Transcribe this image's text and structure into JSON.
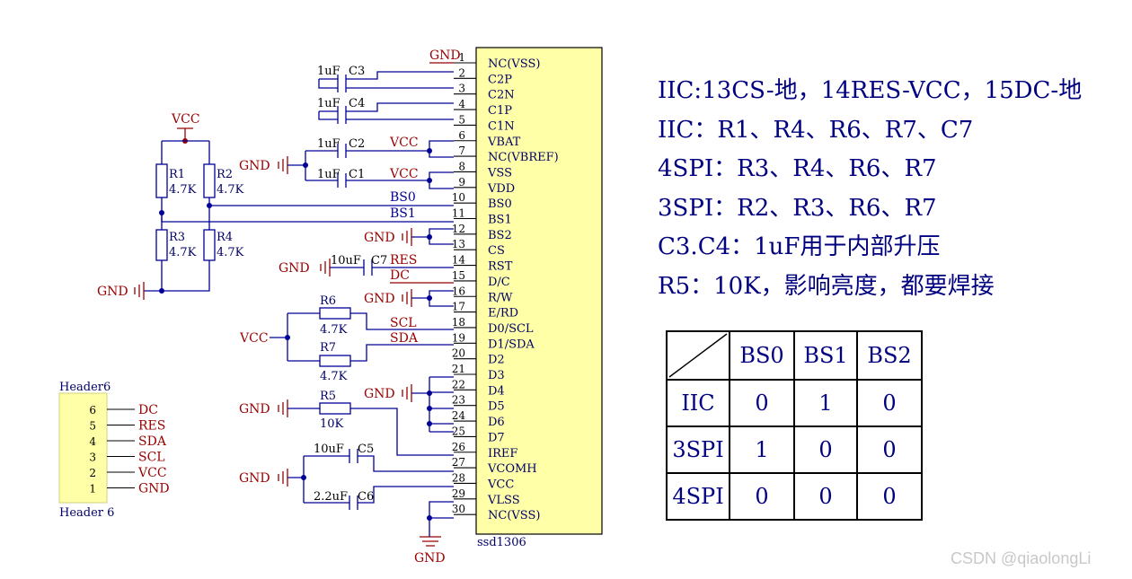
{
  "ic": {
    "name": "ssd1306",
    "pins": [
      {
        "num": "1",
        "name": "NC(VSS)"
      },
      {
        "num": "2",
        "name": "C2P"
      },
      {
        "num": "3",
        "name": "C2N"
      },
      {
        "num": "4",
        "name": "C1P"
      },
      {
        "num": "5",
        "name": "C1N"
      },
      {
        "num": "6",
        "name": "VBAT"
      },
      {
        "num": "7",
        "name": "NC(VBREF)"
      },
      {
        "num": "8",
        "name": "VSS"
      },
      {
        "num": "9",
        "name": "VDD"
      },
      {
        "num": "10",
        "name": "BS0"
      },
      {
        "num": "11",
        "name": "BS1"
      },
      {
        "num": "12",
        "name": "BS2"
      },
      {
        "num": "13",
        "name": "CS"
      },
      {
        "num": "14",
        "name": "RST"
      },
      {
        "num": "15",
        "name": "D/C"
      },
      {
        "num": "16",
        "name": "R/W"
      },
      {
        "num": "17",
        "name": "E/RD"
      },
      {
        "num": "18",
        "name": "D0/SCL"
      },
      {
        "num": "19",
        "name": "D1/SDA"
      },
      {
        "num": "20",
        "name": "D2"
      },
      {
        "num": "21",
        "name": "D3"
      },
      {
        "num": "22",
        "name": "D4"
      },
      {
        "num": "23",
        "name": "D5"
      },
      {
        "num": "24",
        "name": "D6"
      },
      {
        "num": "25",
        "name": "D7"
      },
      {
        "num": "26",
        "name": "IREF"
      },
      {
        "num": "27",
        "name": "VCOMH"
      },
      {
        "num": "28",
        "name": "VCC"
      },
      {
        "num": "29",
        "name": "VLSS"
      },
      {
        "num": "30",
        "name": "NC(VSS)"
      }
    ]
  },
  "nets": {
    "gnd": "GND",
    "vcc": "VCC",
    "bs0": "BS0",
    "bs1": "BS1",
    "res": "RES",
    "dc": "DC",
    "scl": "SCL",
    "sda": "SDA"
  },
  "resistors": [
    {
      "ref": "R1",
      "value": "4.7K"
    },
    {
      "ref": "R2",
      "value": "4.7K"
    },
    {
      "ref": "R3",
      "value": "4.7K"
    },
    {
      "ref": "R4",
      "value": "4.7K"
    },
    {
      "ref": "R5",
      "value": "10K"
    },
    {
      "ref": "R6",
      "value": "4.7K"
    },
    {
      "ref": "R7",
      "value": "4.7K"
    }
  ],
  "capacitors": [
    {
      "ref": "C1",
      "value": "1uF"
    },
    {
      "ref": "C2",
      "value": "1uF"
    },
    {
      "ref": "C3",
      "value": "1uF"
    },
    {
      "ref": "C4",
      "value": "1uF"
    },
    {
      "ref": "C5",
      "value": "10uF"
    },
    {
      "ref": "C6",
      "value": "2.2uF"
    },
    {
      "ref": "C7",
      "value": "10uF"
    }
  ],
  "header": {
    "title": "Header6",
    "subtitle": "Header 6",
    "pins": [
      {
        "num": "6",
        "net": "DC"
      },
      {
        "num": "5",
        "net": "RES"
      },
      {
        "num": "4",
        "net": "SDA"
      },
      {
        "num": "3",
        "net": "SCL"
      },
      {
        "num": "2",
        "net": "VCC"
      },
      {
        "num": "1",
        "net": "GND"
      }
    ]
  },
  "notes": [
    "IIC:13CS-地，14RES-VCC，15DC-地",
    "IIC：R1、R4、R6、R7、C7",
    "4SPI：R3、R4、R6、R7",
    "3SPI：R2、R3、R6、R7",
    "C3.C4：1uF用于内部升压",
    "R5：10K，影响亮度，都要焊接"
  ],
  "bs_table": {
    "columns": [
      "BS0",
      "BS1",
      "BS2"
    ],
    "rows": [
      {
        "mode": "IIC",
        "values": [
          "0",
          "1",
          "0"
        ]
      },
      {
        "mode": "3SPI",
        "values": [
          "1",
          "0",
          "0"
        ]
      },
      {
        "mode": "4SPI",
        "values": [
          "0",
          "0",
          "0"
        ]
      }
    ]
  },
  "watermark": "CSDN @qiaolongLi",
  "colors": {
    "wire": "#000099",
    "net_label": "#990000",
    "ic_fill": "#ffffa8",
    "text_blue": "#000080"
  }
}
